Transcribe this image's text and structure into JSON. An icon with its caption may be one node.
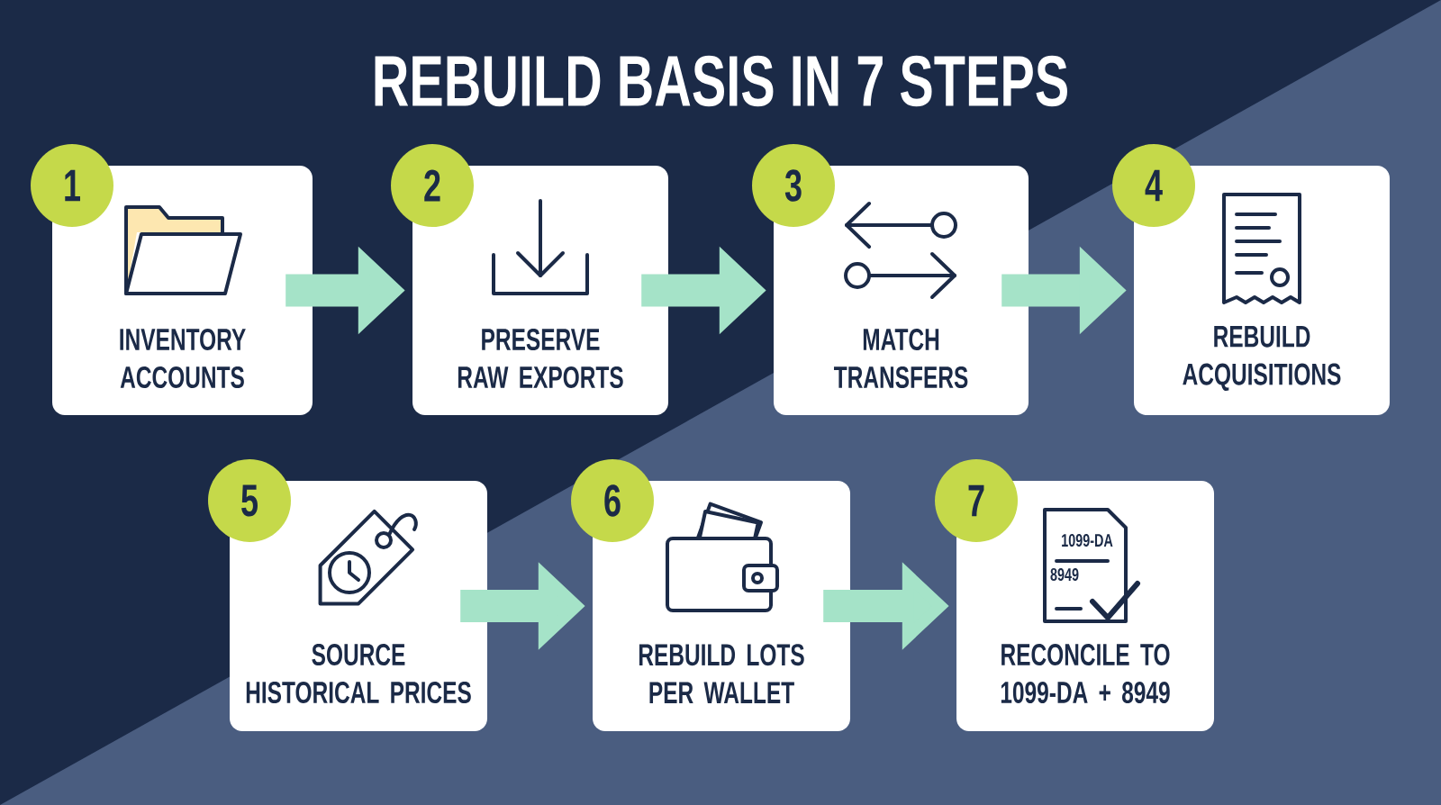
{
  "diagram": {
    "title": "REBUILD BASIS IN 7 STEPS",
    "nodes": [
      {
        "text": [
          "1",
          "INVENTORY ACCOUNTS"
        ]
      },
      {
        "text": [
          "2",
          "PRESERVE RAW EXPORTS"
        ]
      },
      {
        "text": [
          "3",
          "MATCH TRANSFERS"
        ]
      },
      {
        "text": [
          "4",
          "REBUILD ACQUISITIONS"
        ]
      },
      {
        "text": [
          "5",
          "SOURCE HISTORICAL PRICES"
        ]
      },
      {
        "text": [
          "6",
          "REBUILD LOTS PER WALLET"
        ]
      },
      {
        "text": [
          "7",
          "RECONCILE TO 1099-DA + 8949"
        ]
      }
    ],
    "edges": [
      {
        "from": 0,
        "to": 1,
        "arrow": "to"
      },
      {
        "from": 1,
        "to": 2,
        "arrow": "to"
      },
      {
        "from": 2,
        "to": 3,
        "arrow": "to"
      },
      {
        "from": 4,
        "to": 5,
        "arrow": "to"
      },
      {
        "from": 5,
        "to": 6,
        "arrow": "to"
      }
    ],
    "labels": [
      "1099-DA",
      "8949"
    ]
  }
}
